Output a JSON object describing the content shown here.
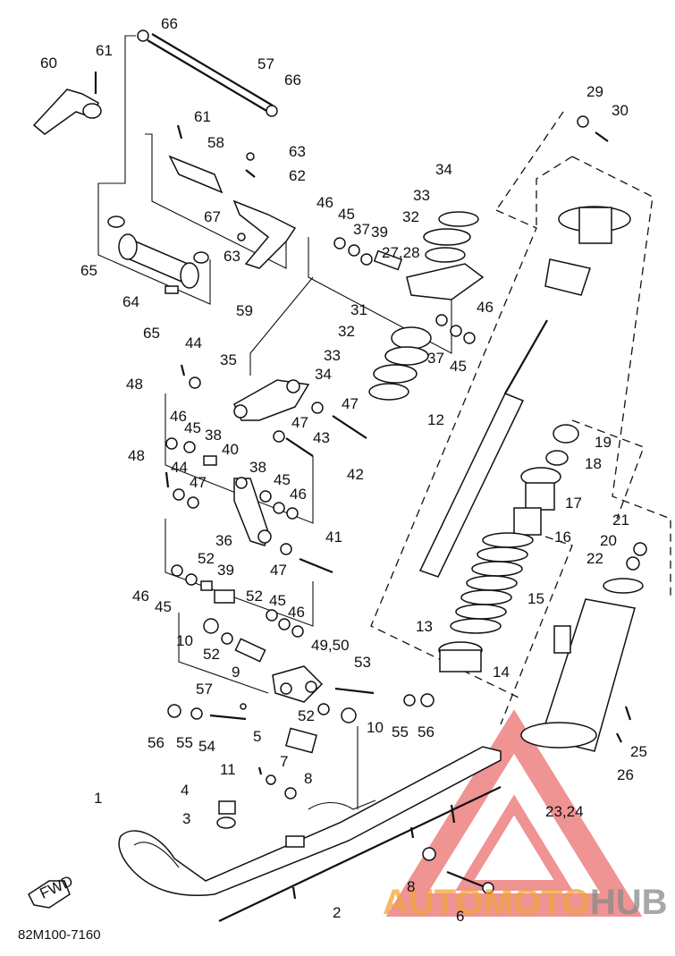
{
  "diagram_code": "82M100-7160",
  "direction_tag": "FWD",
  "watermark": {
    "part1": "AUTO",
    "part2": "MOTO",
    "part3": "HUB",
    "color_orange": "#f2a33a",
    "color_gray": "#8a8a8a",
    "color_red": "#e23b3b"
  },
  "labels": [
    "66",
    "61",
    "60",
    "57",
    "66",
    "61",
    "58",
    "63",
    "62",
    "67",
    "65",
    "64",
    "65",
    "63",
    "59",
    "34",
    "33",
    "46",
    "45",
    "37",
    "39",
    "27,28",
    "32",
    "29",
    "30",
    "46",
    "31",
    "32",
    "37",
    "45",
    "33",
    "34",
    "44",
    "35",
    "48",
    "47",
    "46",
    "45",
    "38",
    "47",
    "43",
    "40",
    "42",
    "12",
    "19",
    "18",
    "48",
    "44",
    "38",
    "45",
    "47",
    "46",
    "17",
    "16",
    "41",
    "36",
    "47",
    "21",
    "20",
    "22",
    "52",
    "39",
    "46",
    "45",
    "15",
    "52",
    "45",
    "46",
    "13",
    "10",
    "52",
    "49,50",
    "53",
    "14",
    "9",
    "57",
    "56",
    "55",
    "54",
    "52",
    "10",
    "55",
    "56",
    "5",
    "11",
    "7",
    "8",
    "4",
    "25",
    "3",
    "26",
    "23,24",
    "1",
    "8",
    "2",
    "6"
  ]
}
